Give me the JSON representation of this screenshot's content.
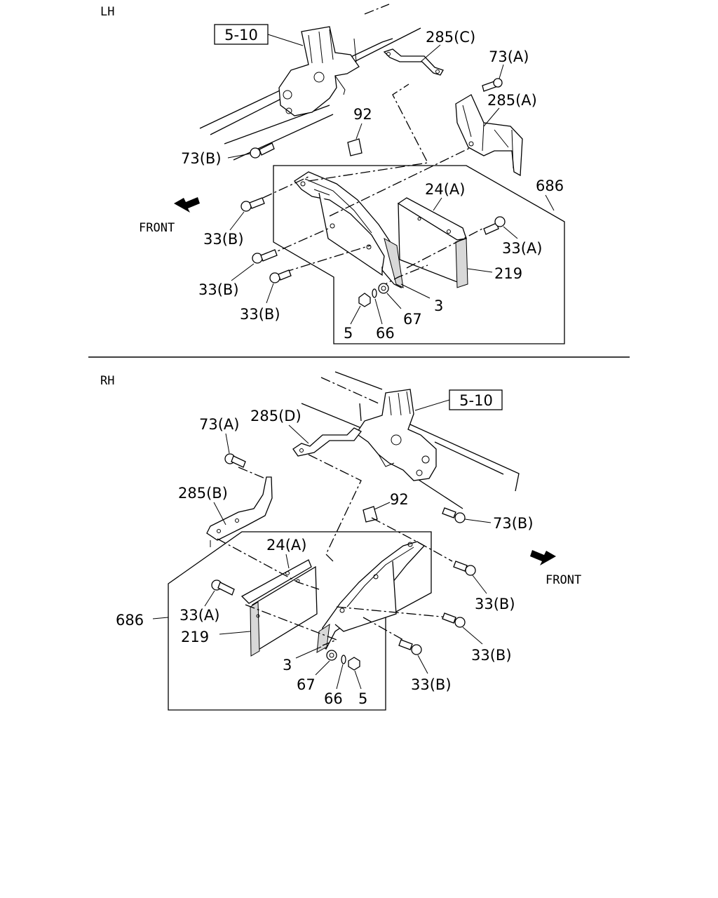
{
  "sections": {
    "lh": {
      "label": "LH",
      "ref_box": "5-10",
      "front": "FRONT",
      "callouts": {
        "c285c": "285(C)",
        "c73a": "73(A)",
        "c285a": "285(A)",
        "c92": "92",
        "c73b": "73(B)",
        "c686": "686",
        "c24a": "24(A)",
        "c33b1": "33(B)",
        "c33a": "33(A)",
        "c219": "219",
        "c33b2": "33(B)",
        "c33b3": "33(B)",
        "c3": "3",
        "c67": "67",
        "c5": "5",
        "c66": "66"
      }
    },
    "rh": {
      "label": "RH",
      "ref_box": "5-10",
      "front": "FRONT",
      "callouts": {
        "c285d": "285(D)",
        "c73a": "73(A)",
        "c92": "92",
        "c285b": "285(B)",
        "c73b": "73(B)",
        "c24a": "24(A)",
        "c33b1": "33(B)",
        "c686": "686",
        "c33a": "33(A)",
        "c219": "219",
        "c33b2": "33(B)",
        "c3": "3",
        "c67": "67",
        "c66": "66",
        "c5": "5",
        "c33b3": "33(B)"
      }
    }
  }
}
